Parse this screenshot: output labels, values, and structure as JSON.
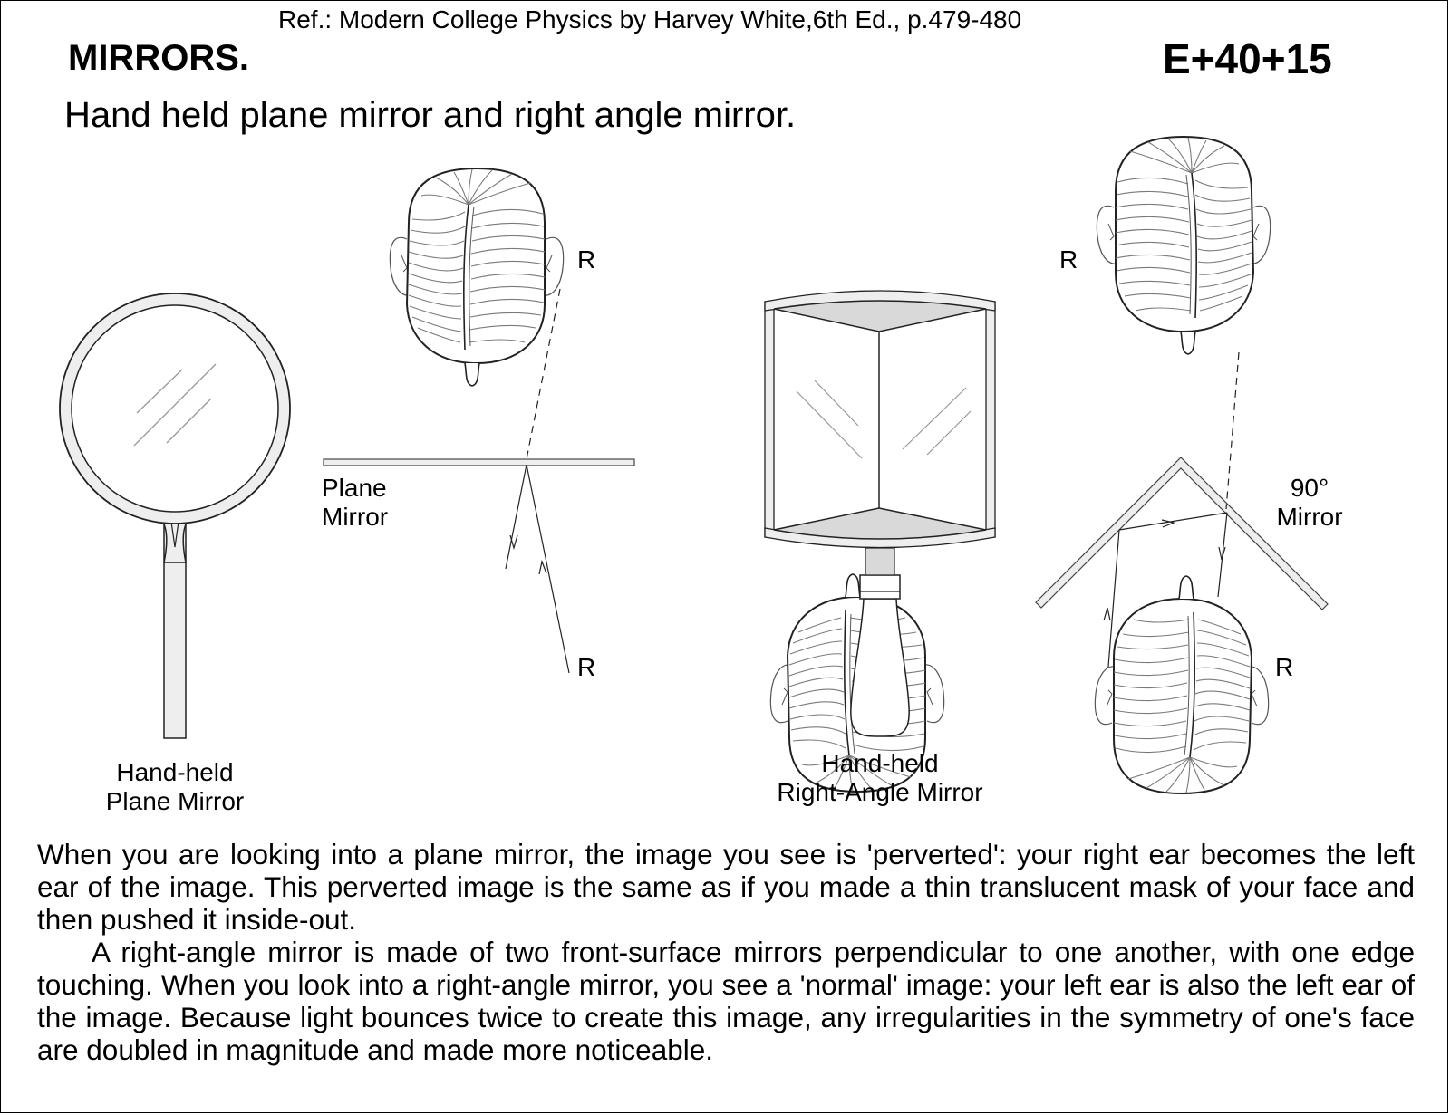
{
  "header": {
    "reference": "Ref.: Modern College Physics by Harvey White,6th Ed., p.479-480",
    "title": "MIRRORS.",
    "code": "E+40+15",
    "subtitle": "Hand held plane mirror and right angle mirror."
  },
  "figure": {
    "hand_held_plane_mirror": {
      "label_line1": "Hand-held",
      "label_line2": "Plane Mirror",
      "icon": "hand-mirror-icon"
    },
    "plane_mirror_diagram": {
      "mirror_label_line1": "Plane",
      "mirror_label_line2": "Mirror",
      "top_head_ear_label": "R",
      "bottom_head_ear_label": "R",
      "icon": "head-top-view-icon"
    },
    "hand_held_right_angle_mirror": {
      "label_line1": "Hand-held",
      "label_line2": "Right-Angle Mirror",
      "icon": "right-angle-mirror-icon"
    },
    "right_angle_mirror_diagram": {
      "mirror_label_line1": "90°",
      "mirror_label_line2": "Mirror",
      "top_head_ear_label": "R",
      "bottom_head_ear_label": "R",
      "icon": "head-top-view-icon"
    },
    "colors": {
      "line": "#000000",
      "hair_line": "#7a7a7a",
      "frame_fill": "#eeeeee",
      "shade_fill": "#d9d9d9"
    }
  },
  "body": {
    "paragraph1": "When you are looking into a plane mirror, the image you see is 'perverted': your right ear becomes the left ear of the image. This perverted image is the same as if you made a thin translucent mask of your face and then pushed it inside-out.",
    "paragraph2": "A right-angle mirror is made of two front-surface mirrors perpendicular to one another, with one edge touching. When you look into a right-angle mirror, you see a 'normal' image: your left ear is also the left ear of the image. Because light bounces twice to create this image, any irregularities in the symmetry of one's face are doubled in magnitude and made more noticeable."
  }
}
